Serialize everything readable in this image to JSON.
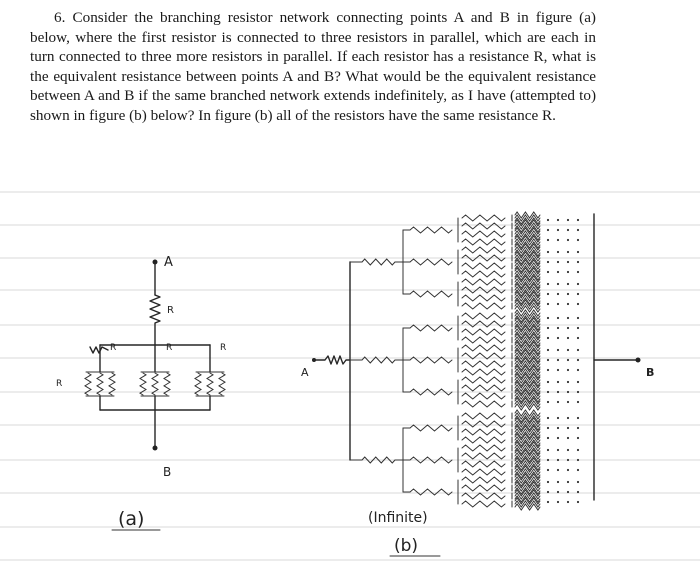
{
  "problem": {
    "number": "6.",
    "text": "Consider the branching resistor network connecting points A and B in figure (a) below, where the first resistor is connected to three resistors in parallel, which are each in turn connected to three more resistors in parallel. If each resistor has a resistance R, what is the equivalent resistance between points A and B? What would be the equivalent resistance between A and B if the same branched network extends indefinitely, as I have (attempted to) shown in figure (b) below? In figure (b) all of the resistors have the same resistance R."
  },
  "figure_a": {
    "label_A": "A",
    "label_R_top": "R",
    "label_R1": "R",
    "label_R2": "R",
    "label_R3": "R",
    "label_R_left": "R",
    "label_B": "B",
    "caption": "(a)"
  },
  "figure_b": {
    "label_A": "A",
    "label_B": "B",
    "caption_note": "(Infinite)",
    "caption": "(b)"
  }
}
